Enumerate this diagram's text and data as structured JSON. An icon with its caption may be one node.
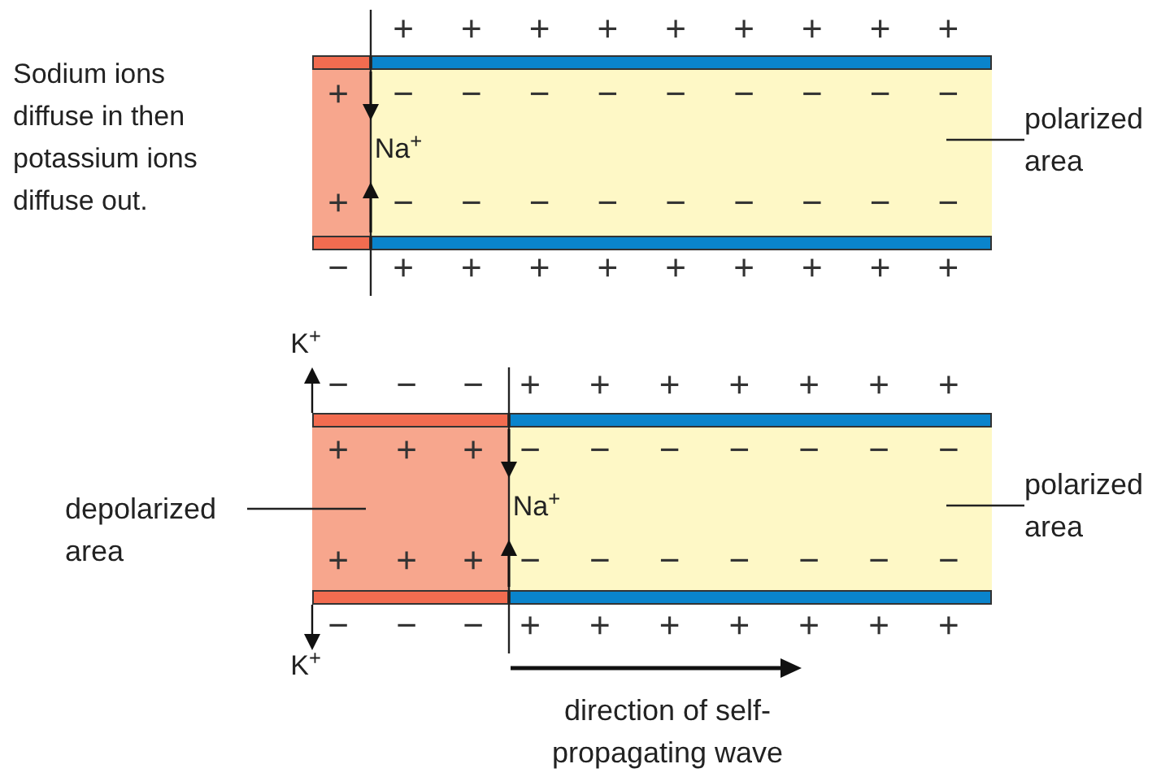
{
  "diagram": {
    "nodes": [
      {
        "text": [],
        "shape": "box"
      },
      {
        "text": [],
        "shape": "box"
      },
      {
        "text": [
          "polarized area"
        ]
      },
      {
        "text": [
          "depolarized area"
        ]
      },
      {
        "text": [],
        "shape": "box"
      },
      {
        "text": [],
        "shape": "box"
      },
      {
        "text": [
          "polarized area"
        ]
      }
    ],
    "edges": [
      {
        "from": 2,
        "to": 1,
        "arrow": "none"
      },
      {
        "from": 3,
        "to": 4,
        "arrow": "none"
      },
      {
        "from": 6,
        "to": 5,
        "arrow": "none"
      }
    ],
    "labels": [
      "Sodium ions diffuse in then potassium ions diffuse out.",
      "+",
      "+",
      "+",
      "+",
      "+",
      "+",
      "+",
      "+",
      "+",
      "+",
      "−",
      "−",
      "−",
      "−",
      "−",
      "−",
      "−",
      "−",
      "−",
      "Na$^{+}$",
      "+",
      "−",
      "−",
      "−",
      "−",
      "−",
      "−",
      "−",
      "−",
      "−",
      "−",
      "+",
      "+",
      "+",
      "+",
      "+",
      "+",
      "+",
      "+",
      "+",
      "K$^{+}$",
      "−",
      "−",
      "−",
      "+",
      "+",
      "+",
      "+",
      "+",
      "+",
      "+",
      "+",
      "+",
      "+",
      "−",
      "−",
      "−",
      "−",
      "−",
      "−",
      "−",
      "Na$^{+}$",
      "+",
      "+",
      "+",
      "−",
      "−",
      "−",
      "−",
      "−",
      "−",
      "−",
      "−",
      "−",
      "−",
      "+",
      "+",
      "+",
      "+",
      "+",
      "+",
      "+",
      "K$^{+}$",
      "direction of self-propagating wave"
    ]
  }
}
